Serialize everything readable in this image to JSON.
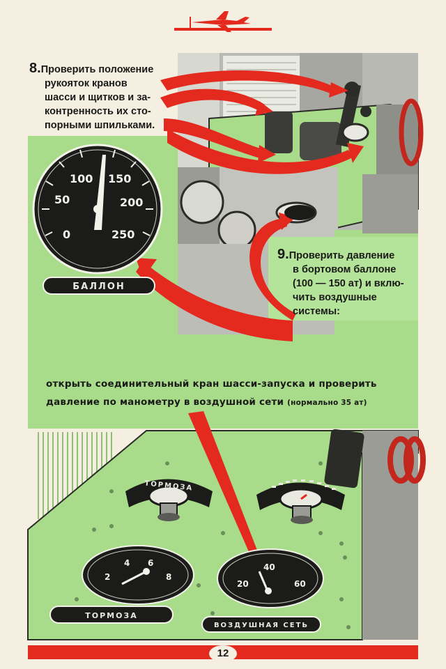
{
  "step8": {
    "number": "8.",
    "lines": [
      "Проверить положение",
      "рукояток кранов",
      "шасси и щитков и за-",
      "контренность их сто-",
      "порными шпильками."
    ]
  },
  "step9": {
    "number": "9.",
    "lines": [
      "Проверить давление",
      "в бортовом баллоне",
      "(100 — 150 ат) и вклю-",
      "чить воздушные",
      "системы:"
    ]
  },
  "caption": {
    "line1": "открыть соединительный кран шасси-запуска и проверить",
    "line2": "давление по манометру в воздушной сети",
    "line2_note": "(нормально 35 ат)"
  },
  "balloon_gauge": {
    "ticks": [
      "0",
      "50",
      "100",
      "150",
      "200",
      "250"
    ],
    "label": "БАЛЛОН"
  },
  "brakes_gauge": {
    "ticks": [
      "2",
      "4",
      "6",
      "8"
    ],
    "label": "ТОРМОЗА"
  },
  "air_gauge": {
    "ticks": [
      "20",
      "40",
      "60"
    ],
    "label": "ВОЗДУШНАЯ СЕТЬ"
  },
  "brakes_valve": {
    "label": "ТОРМОЗА"
  },
  "page_number": "12",
  "colors": {
    "red": "#e42a1f",
    "green": "#a9dc8a",
    "dark_green": "#8fc874",
    "black": "#1b1b19",
    "paper": "#f4efe0"
  }
}
